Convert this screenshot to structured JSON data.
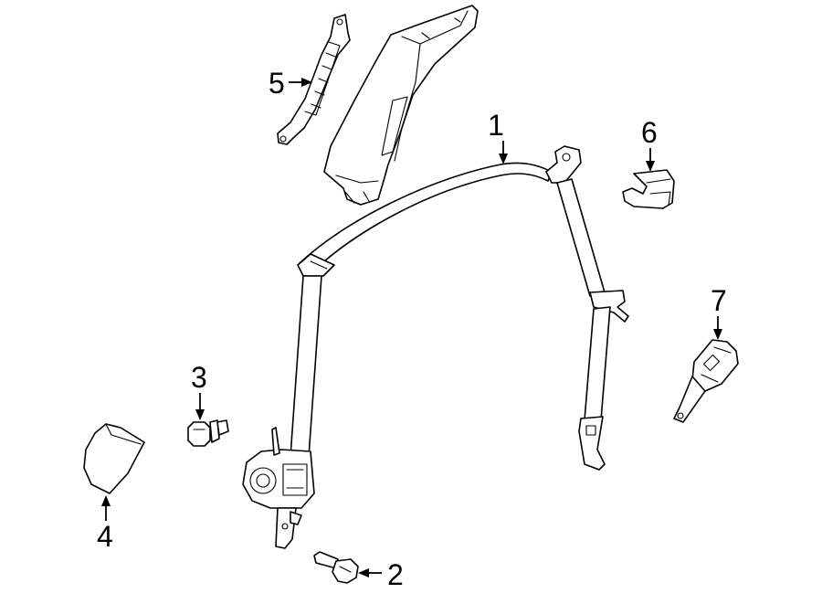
{
  "diagram": {
    "colors": {
      "line": "#000000",
      "fill": "#ffffff",
      "background": "#ffffff"
    },
    "callouts": [
      {
        "id": "1",
        "label": "1"
      },
      {
        "id": "2",
        "label": "2"
      },
      {
        "id": "3",
        "label": "3"
      },
      {
        "id": "4",
        "label": "4"
      },
      {
        "id": "5",
        "label": "5"
      },
      {
        "id": "6",
        "label": "6"
      },
      {
        "id": "7",
        "label": "7"
      }
    ]
  }
}
